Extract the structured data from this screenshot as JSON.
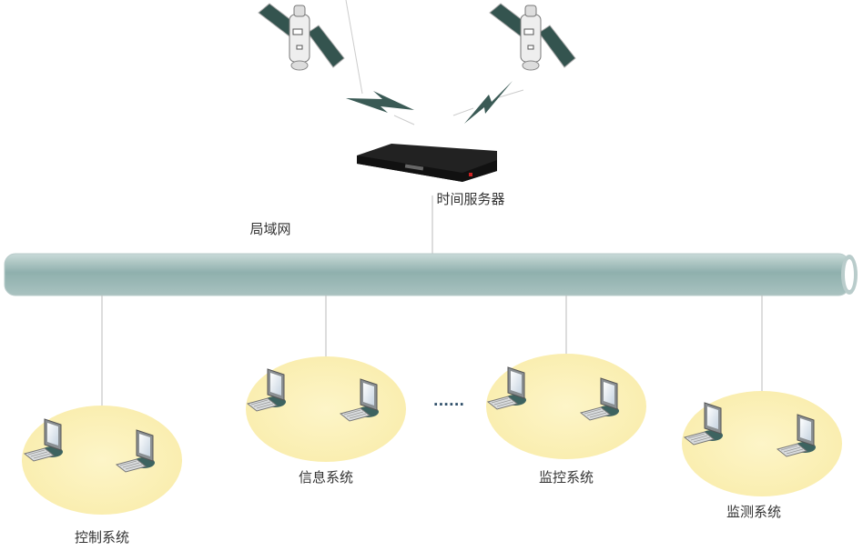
{
  "server": {
    "label": "时间服务器"
  },
  "network": {
    "label": "局域网"
  },
  "systems": [
    {
      "label": "控制系统"
    },
    {
      "label": "信息系统"
    },
    {
      "label": "监控系统"
    },
    {
      "label": "监测系统"
    }
  ],
  "ellipsis": "......",
  "colors": {
    "pipe": "#9bb8b6",
    "zone": "#fbf0b8",
    "panel": "#2f4f4a",
    "line": "#bbbbbb"
  }
}
